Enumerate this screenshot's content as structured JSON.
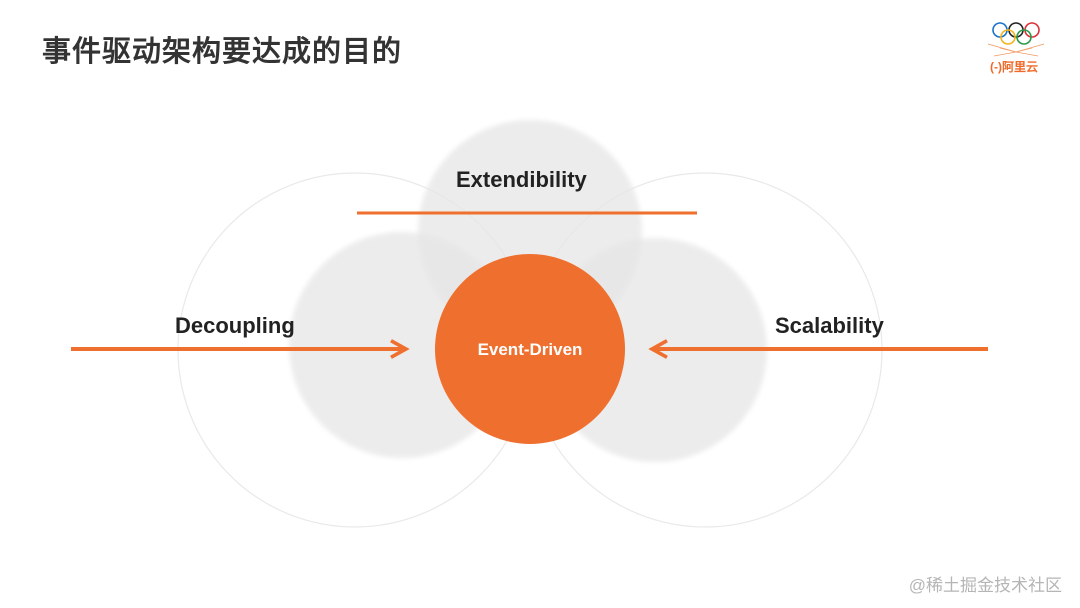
{
  "slide": {
    "title": "事件驱动架构要达成的目的"
  },
  "logo": {
    "brand_text": "阿里云",
    "icon": "olympic-rings-icon"
  },
  "diagram": {
    "center": "Event-Driven",
    "top": "Extendibility",
    "left": "Decoupling",
    "right": "Scalability"
  },
  "colors": {
    "accent": "#ef6f2e",
    "circle_fill": "#eeeeee",
    "title": "#333333",
    "outline": "#e6e6e6"
  },
  "watermark": "@稀土掘金技术社区"
}
